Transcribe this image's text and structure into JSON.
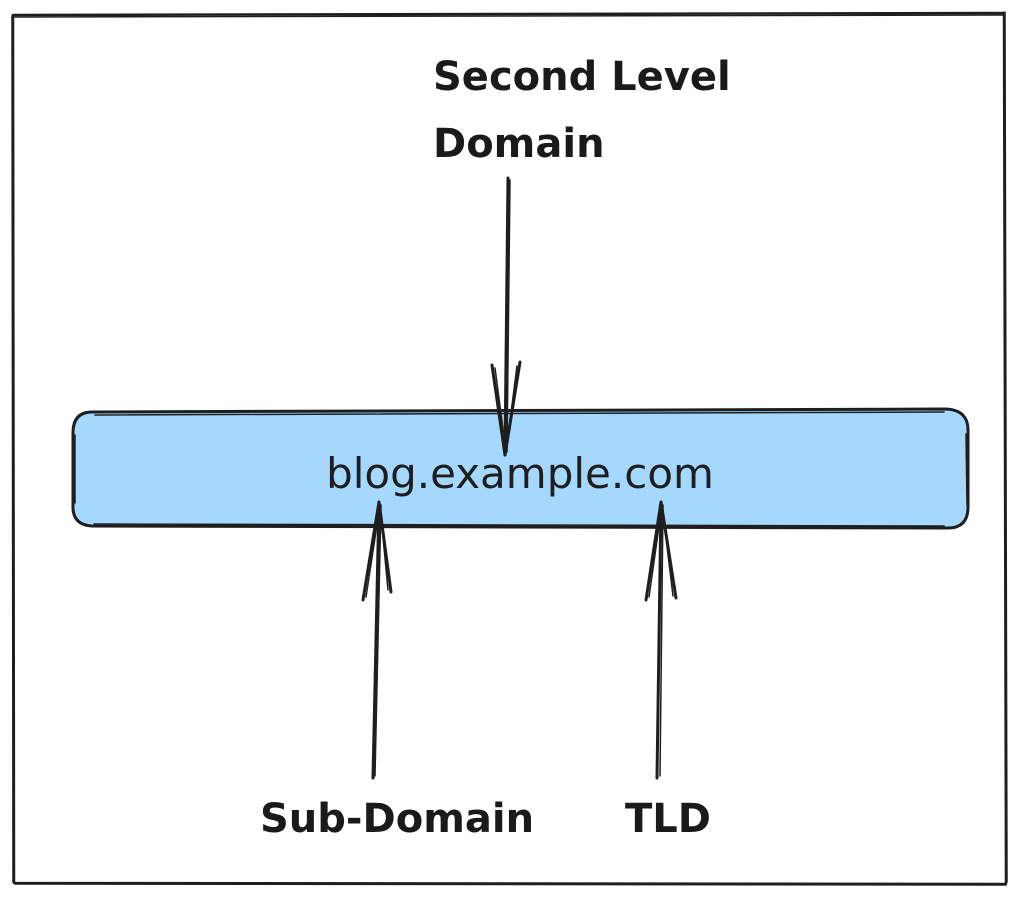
{
  "diagram": {
    "domain": "blog.example.com",
    "labels": {
      "second_level_line1": "Second Level",
      "second_level_line2": "Domain",
      "sub_domain": "Sub-Domain",
      "tld": "TLD"
    },
    "colors": {
      "bar_fill": "#a5d8ff",
      "stroke": "#1e1e1e",
      "background": "#ffffff"
    }
  }
}
